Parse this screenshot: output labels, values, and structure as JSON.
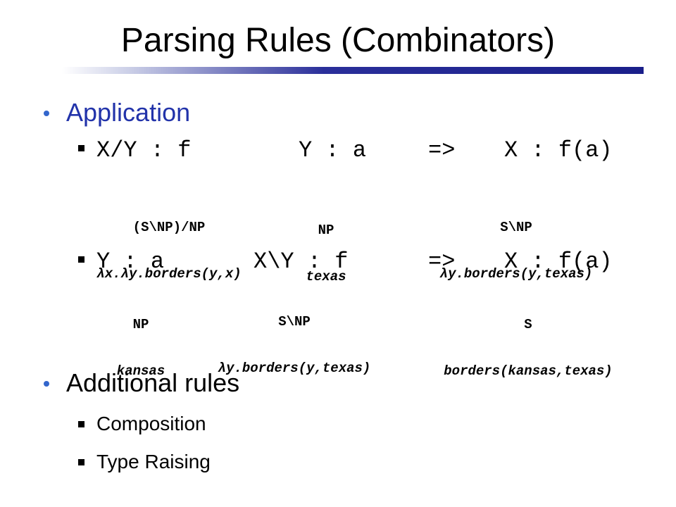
{
  "title": "Parsing Rules (Combinators)",
  "sections": {
    "application": {
      "heading": "Application",
      "rule1": {
        "left": "X/Y : f",
        "mid": "Y : a",
        "arrow": "=>",
        "result": "X : f(a)",
        "ann_left_cat": "(S\\NP)/NP",
        "ann_left_sem": "λx.λy.borders(y,x)",
        "ann_mid_cat": "NP",
        "ann_mid_sem": "texas",
        "ann_right_cat": "S\\NP",
        "ann_right_sem": "λy.borders(y,texas)"
      },
      "rule2": {
        "left": "Y : a",
        "mid": "X\\Y : f",
        "arrow": "=>",
        "result": "X : f(a)",
        "ann_left_cat": "NP",
        "ann_left_sem": "kansas",
        "ann_mid_cat": "S\\NP",
        "ann_mid_sem": "λy.borders(y,texas)",
        "ann_right_cat": "S",
        "ann_right_sem": "borders(kansas,texas)"
      }
    },
    "additional": {
      "heading": "Additional rules",
      "items": [
        "Composition",
        "Type Raising"
      ]
    }
  },
  "colors": {
    "heading": "#2233aa",
    "bullet_dot": "#3366cc",
    "rule_bar": "#1a1f8a"
  }
}
